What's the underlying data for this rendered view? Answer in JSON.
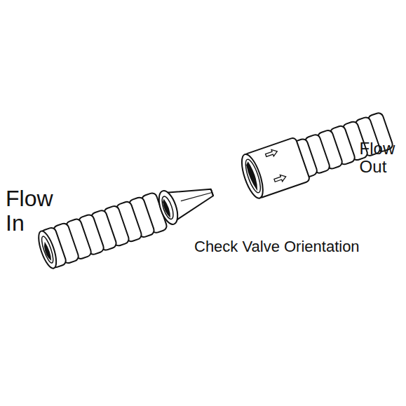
{
  "diagram": {
    "labels": [
      "Flow In",
      "Check Valve Orientation",
      "Flow Out"
    ]
  }
}
